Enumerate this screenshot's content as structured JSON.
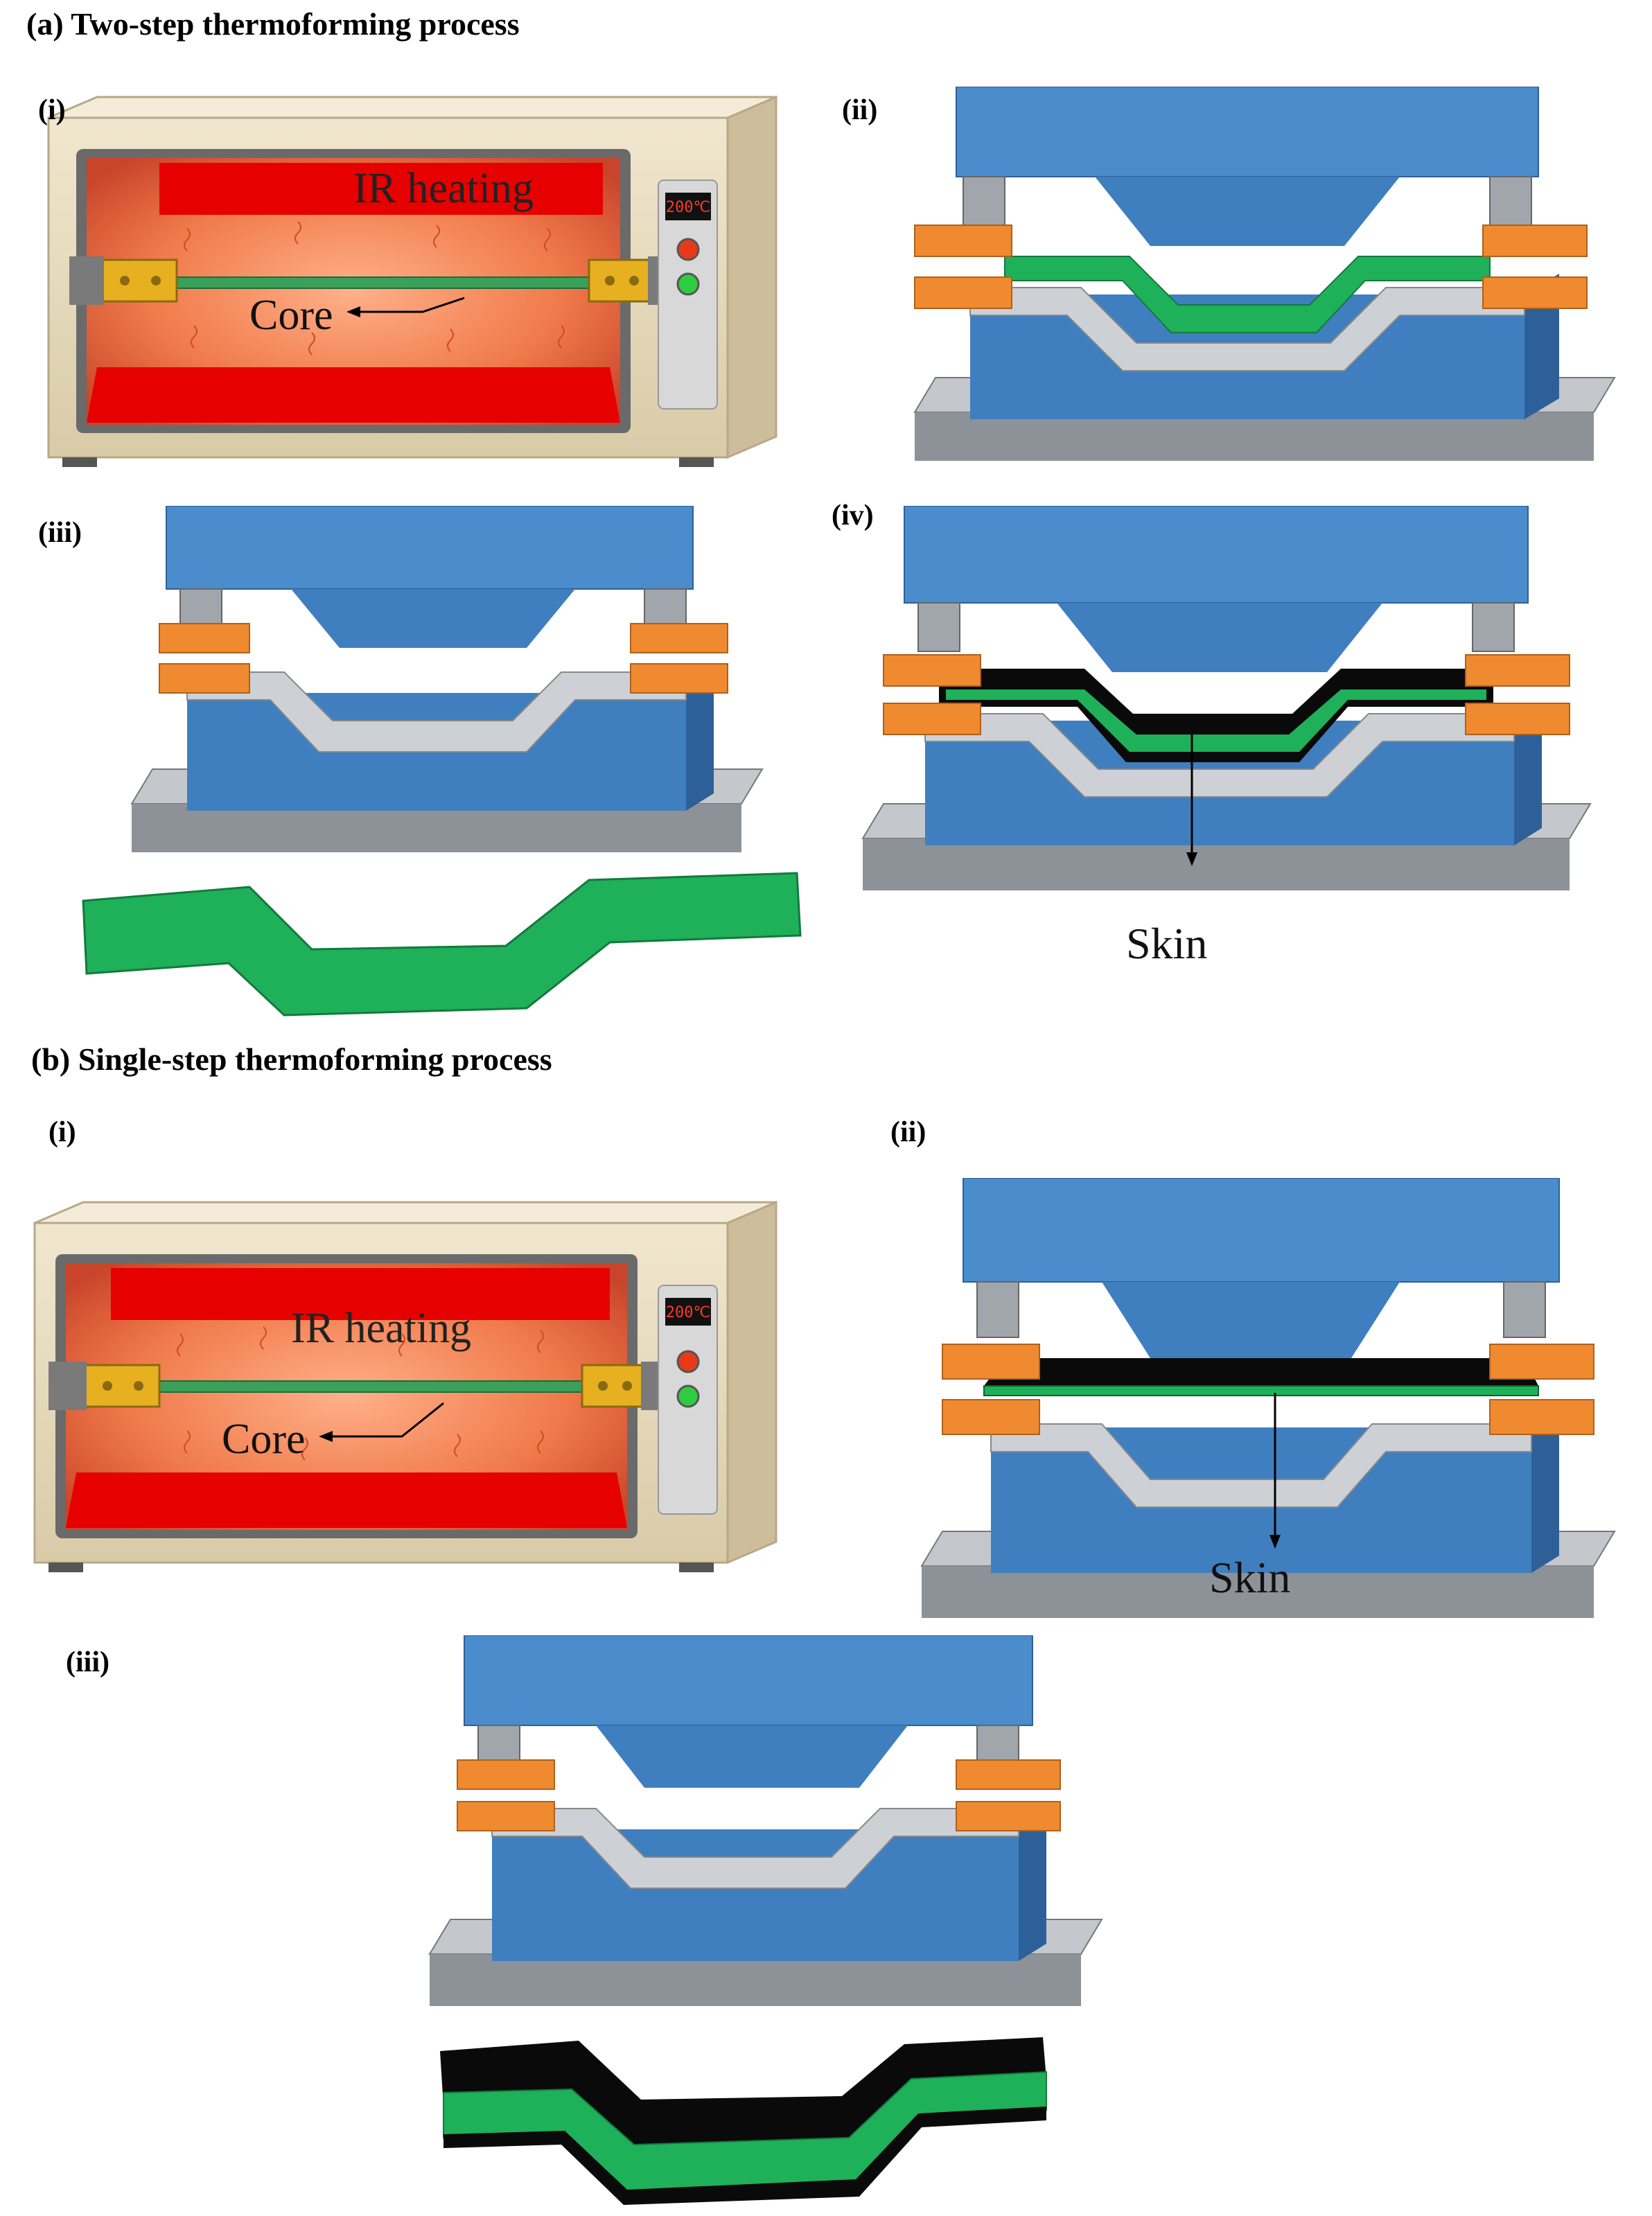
{
  "section_a": {
    "title": "(a) Two-step thermoforming process",
    "steps": {
      "i": {
        "label": "(i)",
        "heating_text": "IR heating",
        "display_text": "200℃",
        "core_label": "Core"
      },
      "ii": {
        "label": "(ii)"
      },
      "iii": {
        "label": "(iii)"
      },
      "iv": {
        "label": "(iv)",
        "skin_label": "Skin"
      }
    }
  },
  "section_b": {
    "title": "(b) Single-step thermoforming process",
    "steps": {
      "i": {
        "label": "(i)",
        "heating_text": "IR heating",
        "display_text": "200℃",
        "core_label": "Core"
      },
      "ii": {
        "label": "(ii)",
        "skin_label": "Skin"
      },
      "iii": {
        "label": "(iii)"
      }
    }
  },
  "colors": {
    "oven_body": "#e8dcc0",
    "ir_heater": "#e60000",
    "chamber_glow": "#f07a4a",
    "mold_blue": "#3f7fbf",
    "clamp_orange": "#f08a30",
    "core_green": "#1fb05a",
    "skin_black": "#0a0a0a",
    "base_steel": "#9aa0a6"
  }
}
